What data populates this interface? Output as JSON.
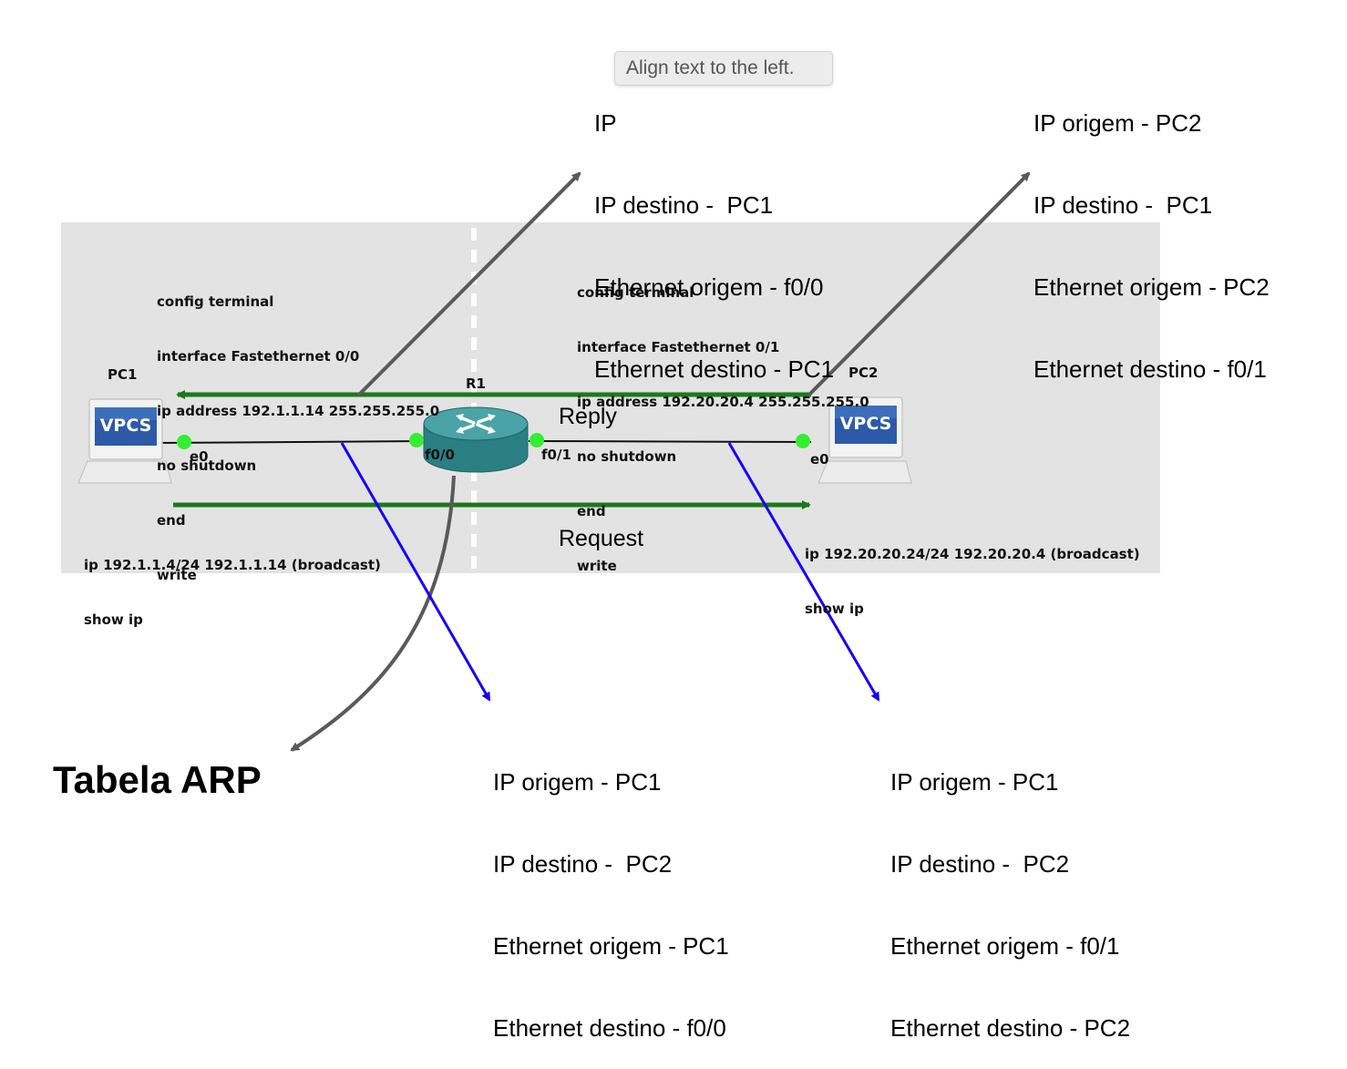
{
  "pc1": {
    "label": "PC1",
    "badge": "VPCS",
    "port": "e0",
    "cmds": [
      "ip 192.1.1.4/24 192.1.1.14 (broadcast)",
      "show ip"
    ]
  },
  "pc2": {
    "label": "PC2",
    "badge": "VPCS",
    "port": "e0",
    "cmds": [
      "ip 192.20.20.24/24 192.20.20.4 (broadcast)",
      "show ip"
    ]
  },
  "router": {
    "label": "R1",
    "port_left": "f0/0",
    "port_right": "f0/1"
  },
  "config_left": [
    "config terminal",
    "interface Fastethernet 0/0",
    "ip address 192.1.1.14 255.255.255.0",
    "no shutdown",
    "end",
    "write"
  ],
  "config_right": [
    "config terminal",
    "interface Fastethernet 0/1",
    "ip address 192.20.20.4 255.255.255.0",
    "no shutdown",
    "end",
    "write"
  ],
  "reply_label": "Reply",
  "request_label": "Request",
  "tooltip": "Align text to the left.",
  "box_top_left": [
    "IP",
    "IP destino -  PC1",
    "Ethernet origem - f0/0",
    "Ethernet destino - PC1"
  ],
  "box_top_right": [
    "IP origem - PC2",
    "IP destino -  PC1",
    "Ethernet origem - PC2",
    "Ethernet destino - f0/1"
  ],
  "box_bottom_left": [
    "IP origem - PC1",
    "IP destino -  PC2",
    "Ethernet origem - PC1",
    "Ethernet destino - f0/0"
  ],
  "box_bottom_right": [
    "IP origem - PC1",
    "IP destino -  PC2",
    "Ethernet origem - f0/1",
    "Ethernet destino - PC2"
  ],
  "arp_title": "Tabela ARP",
  "colors": {
    "reply_arrow": "#1a7a1a",
    "request_arrow": "#1a7a1a",
    "callout_down": "#1400ff",
    "callout_up": "#5a5a5a",
    "port_dot": "#33ee33",
    "router": "#2e8a8a"
  }
}
